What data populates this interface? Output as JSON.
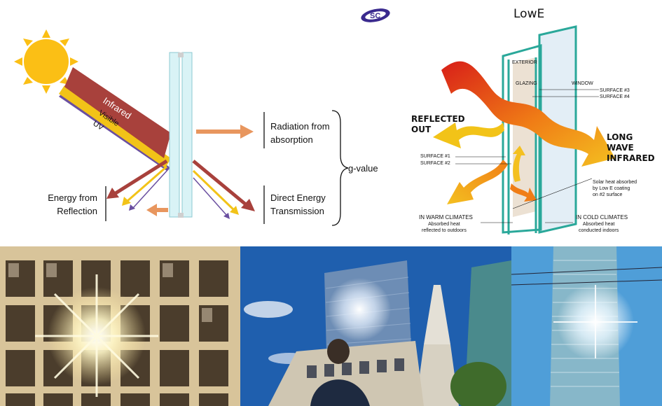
{
  "left_diagram": {
    "rays": {
      "infrared": "Infrared",
      "visible": "Visible",
      "uv": "UV"
    },
    "radiation_absorption": [
      "Radiation from",
      "absorption"
    ],
    "energy_reflection": [
      "Energy from",
      "Reflection"
    ],
    "direct_transmission": [
      "Direct Energy",
      "Transmission"
    ],
    "g_value": "g-value",
    "colors": {
      "infrared": "#a8413c",
      "visible": "#f2c318",
      "uv": "#6a4fa0",
      "sun": "#fbbf15",
      "absorption": "#e8965e"
    }
  },
  "logo": "SC",
  "right_diagram": {
    "title": "LowE",
    "exterior": "EXTERIOR",
    "glazing": "GLAZING",
    "window": "WINDOW",
    "surface3": "SURFACE #3",
    "surface4": "SURFACE #4",
    "surface1": "SURFACE #1",
    "surface2": "SURFACE #2",
    "reflected_out": [
      "REFLECTED",
      "OUT"
    ],
    "long_wave": [
      "LONG",
      "WAVE",
      "INFRARED"
    ],
    "solar_heat": [
      "Solar heat absorbed",
      "by Low E coating",
      "on #2 surface"
    ],
    "warm_title": "IN WARM CLIMATES",
    "warm_desc": [
      "Absorbed heat",
      "reflected to outdoors"
    ],
    "cold_title": "IN COLD CLIMATES",
    "cold_desc": [
      "Absorbed heat",
      "conducted indoors"
    ]
  },
  "photos": [
    {
      "name": "building-facade-sun-photo"
    },
    {
      "name": "walkie-talkie-skyscraper-photo"
    },
    {
      "name": "glass-tower-sun-photo"
    }
  ]
}
